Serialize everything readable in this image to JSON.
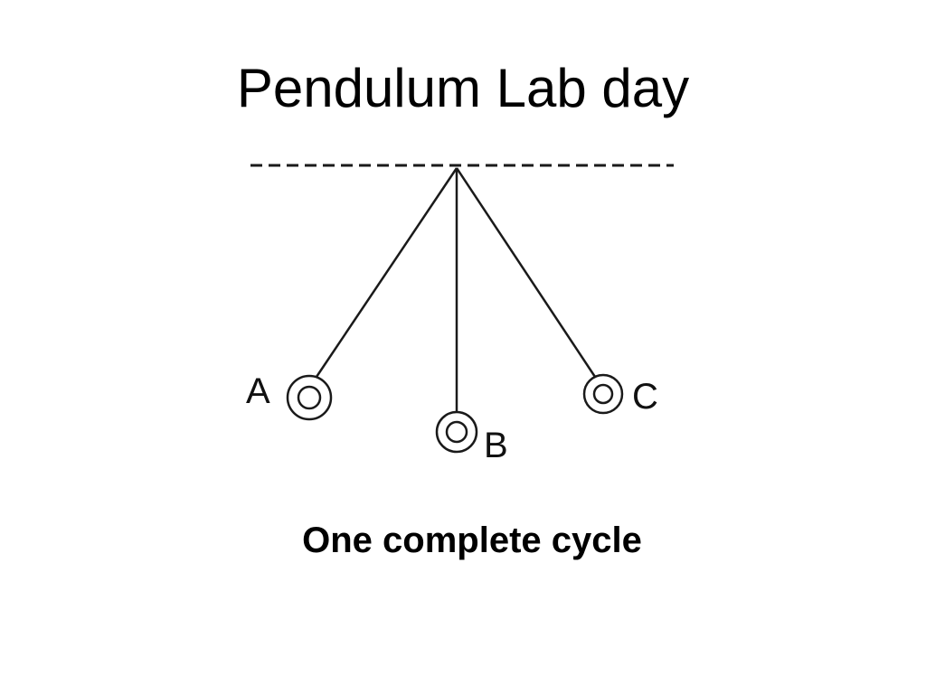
{
  "slide": {
    "title": "Pendulum Lab day",
    "caption": "One complete cycle"
  },
  "diagram": {
    "labels": {
      "a": "A",
      "b": "B",
      "c": "C"
    },
    "line_color": "#1a1a1a"
  }
}
